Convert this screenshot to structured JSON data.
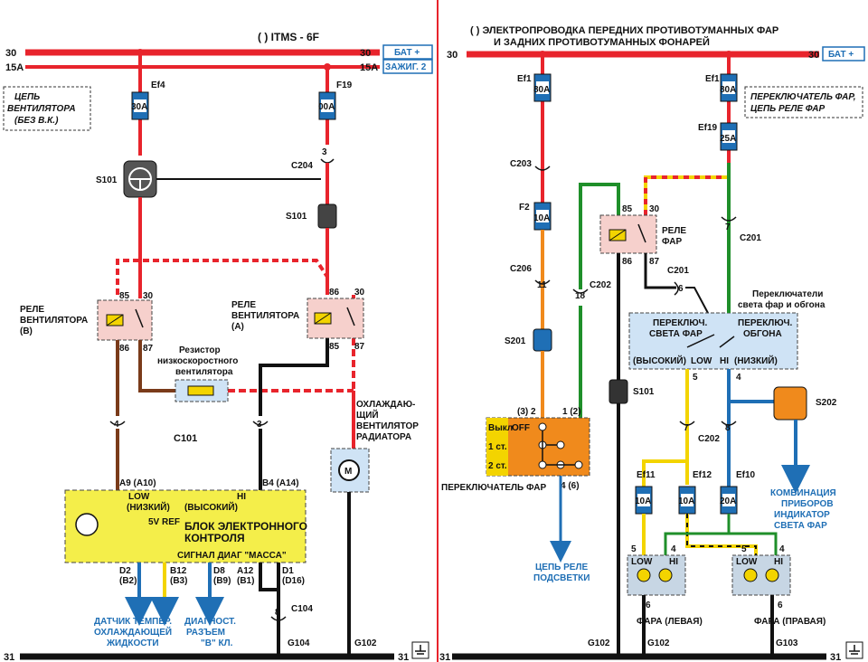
{
  "left": {
    "title": "(   )  ITMS - 6F",
    "rail30_left": "30",
    "rail30_right": "30",
    "rail15_left": "15A",
    "rail15_right": "15A",
    "bat_badge": "БАТ +",
    "ign_badge": "ЗАЖИГ. 2",
    "circuit_note": [
      "ЦЕПЬ",
      "ВЕНТИЛЯТОРА",
      "(БЕЗ В.К.)"
    ],
    "fuse1": {
      "name": "Ef4",
      "rating": "30A"
    },
    "fuse2": {
      "name": "F19",
      "rating": "00A"
    },
    "c204": "C204",
    "c204_pin": "3",
    "s101_left": "S101",
    "s101_right": "S101",
    "relay_b": {
      "title": [
        "РЕЛЕ",
        "ВЕНТИЛЯТОРА",
        "(В)"
      ],
      "pins": [
        "85",
        "30",
        "86",
        "87"
      ]
    },
    "relay_a": {
      "title": [
        "РЕЛЕ",
        "ВЕНТИЛЯТОРА",
        "(А)"
      ],
      "pins": [
        "86",
        "30",
        "85",
        "87"
      ]
    },
    "resistor_label": [
      "Резистор",
      "низкоскоростного",
      "вентилятора"
    ],
    "c101": "C101",
    "c101_pin_left": "4",
    "c101_pin_right": "3",
    "fan_label": [
      "ОХЛАЖДАЮ-",
      "ЩИЙ",
      "ВЕНТИЛЯТОР",
      "РАДИАТОРА"
    ],
    "fan_symbol": "M",
    "ecu": {
      "pin_left": "A9 (A10)",
      "pin_right": "B4 (A14)",
      "low": [
        "LOW",
        "(НИЗКИЙ)"
      ],
      "hi": [
        "HI",
        "(ВЫСОКИЙ)"
      ],
      "ref": "5V REF",
      "title": [
        "БЛОК ЭЛЕКТРОННОГО",
        "КОНТРОЛЯ"
      ],
      "bottom": "СИГНАЛ ДИАГ  \"МАССА\"",
      "pins_bottom": [
        "D2",
        "(B2)",
        "B12",
        "(B3)",
        "D8",
        "(B9)",
        "A12",
        "(B1)",
        "D1",
        "(D16)"
      ]
    },
    "c104": "C104",
    "c104_pin": "8",
    "sensor_label": [
      "ДАТЧИК ТЕМПЕР.",
      "ОХЛАЖДАЮЩЕЙ",
      "ЖИДКОСТИ"
    ],
    "diag_label": [
      "ДИАГНОСТ.",
      "РАЗЪЕМ",
      "\"В\" КЛ."
    ],
    "ground_rail": "31",
    "ground_rail_right": "31",
    "g104": "G104",
    "g102": "G102"
  },
  "right": {
    "title": [
      "(   )  ЭЛЕКТРОПРОВОДКА ПЕРЕДНИХ ПРОТИВОТУМАННЫХ ФАР",
      "И ЗАДНИХ ПРОТИВОТУМАННЫХ ФОНАРЕЙ"
    ],
    "rail30_left": "30",
    "rail30_right": "30",
    "bat_badge": "БАТ +",
    "fuse_ef1_left": {
      "name": "Ef1",
      "rating": "80A"
    },
    "fuse_ef1_right": {
      "name": "Ef1",
      "rating": "80A"
    },
    "fuse_ef19": {
      "name": "Ef19",
      "rating": "25A"
    },
    "fuse_f2": {
      "name": "F2",
      "rating": "10A"
    },
    "note": [
      "ПЕРЕКЛЮЧАТЕЛЬ ФАР,",
      "ЦЕПЬ РЕЛЕ ФАР"
    ],
    "c203": "C203",
    "c206": "C206",
    "c206_pin": "11",
    "s201": "S201",
    "relay": {
      "title": [
        "РЕЛЕ",
        "ФАР"
      ],
      "pins": [
        "85",
        "30",
        "86",
        "87"
      ]
    },
    "c201": "C201",
    "c201_pin": "7",
    "c201b": "C201",
    "c201b_pin": "6",
    "c202": "C202",
    "c202_pin": "18",
    "c202b": "C202",
    "switch_caption": [
      "Переключатели",
      "света фар и обгона"
    ],
    "switch_box": [
      "ПЕРЕКЛЮЧ.",
      "СВЕТА ФАР",
      "ПЕРЕКЛЮЧ.",
      "ОБГОНА",
      "(ВЫСОКИЙ)",
      "LOW",
      "HI",
      "(НИЗКИЙ)"
    ],
    "switch_pins": [
      "5",
      "4"
    ],
    "s101": "S101",
    "s202": "S202",
    "conn_pins": [
      "7",
      "8"
    ],
    "headlamp_switch": {
      "pins_top": [
        "(3) 2",
        "1 (2)"
      ],
      "rows": [
        "Выкл",
        "1 ст.",
        "2 ст."
      ],
      "off": "OFF",
      "pin_bottom": "4 (6)",
      "label": "ПЕРЕКЛЮЧАТЕЛЬ ФАР"
    },
    "backlight_label": [
      "ЦЕПЬ РЕЛЕ",
      "ПОДСВЕТКИ"
    ],
    "cluster_label": [
      "КОМБИНАЦИЯ",
      "ПРИБОРОВ",
      "ИНДИКАТОР",
      "СВЕТА ФАР"
    ],
    "fuse_ef11": {
      "name": "Ef11",
      "rating": "10A"
    },
    "fuse_ef12": {
      "name": "Ef12",
      "rating": "10A"
    },
    "fuse_ef10": {
      "name": "Ef10",
      "rating": "20A"
    },
    "lamp_left": {
      "label": "ФАРА (ЛЕВАЯ)",
      "low": "LOW",
      "hi": "HI",
      "pins": [
        "5",
        "4",
        "6"
      ]
    },
    "lamp_right": {
      "label": "ФАРА (ПРАВАЯ)",
      "low": "LOW",
      "hi": "HI",
      "pins": [
        "5",
        "4",
        "6"
      ]
    },
    "ground_rail": "31",
    "ground_rail_right": "31",
    "g102a": "G102",
    "g102b": "G102",
    "g103": "G103"
  },
  "colors": {
    "red": "#e8242c",
    "black": "#111111",
    "yellow": "#f3d400",
    "green": "#1f8f2a",
    "brown": "#7a3b1a",
    "blue": "#1f6fb5",
    "orange": "#f08a1c",
    "ecu_fill": "#f4ee4a",
    "relay_fill": "#f6d0cc",
    "switch_fill": "#cfe3f5",
    "lamp_fill": "#c7d6e4"
  }
}
